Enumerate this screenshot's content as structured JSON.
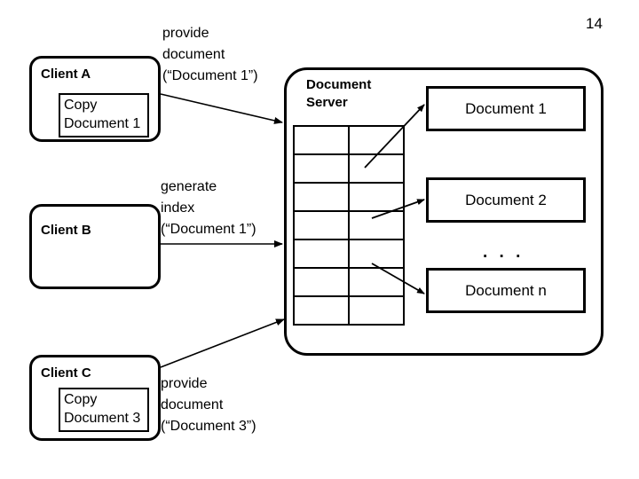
{
  "slide": {
    "number": "14"
  },
  "clients": [
    {
      "id": "client-a",
      "label": "Client A",
      "copy_line1": "Copy",
      "copy_line2": "Document 1"
    },
    {
      "id": "client-b",
      "label": "Client B"
    },
    {
      "id": "client-c",
      "label": "Client C",
      "copy_line1": "Copy",
      "copy_line2": "Document 3"
    }
  ],
  "server": {
    "label_line1": "Document",
    "label_line2": "Server",
    "index_rows": 7,
    "index_cols": 2
  },
  "documents": [
    {
      "label": "Document 1"
    },
    {
      "label": "Document 2"
    },
    {
      "label": "Document n"
    }
  ],
  "ellipsis": ". . .",
  "messages": [
    {
      "id": "msg-provide-document-1",
      "line1": "provide",
      "line2": "document",
      "line3": "(“Document 1”)"
    },
    {
      "id": "msg-generate-index",
      "line1": "generate",
      "line2": "index",
      "line3": "(“Document 1”)"
    },
    {
      "id": "msg-provide-document-3",
      "line1": "provide",
      "line2": "document",
      "line3": "(“Document 3”)"
    }
  ],
  "colors": {
    "stroke": "#000000",
    "background": "#ffffff"
  }
}
